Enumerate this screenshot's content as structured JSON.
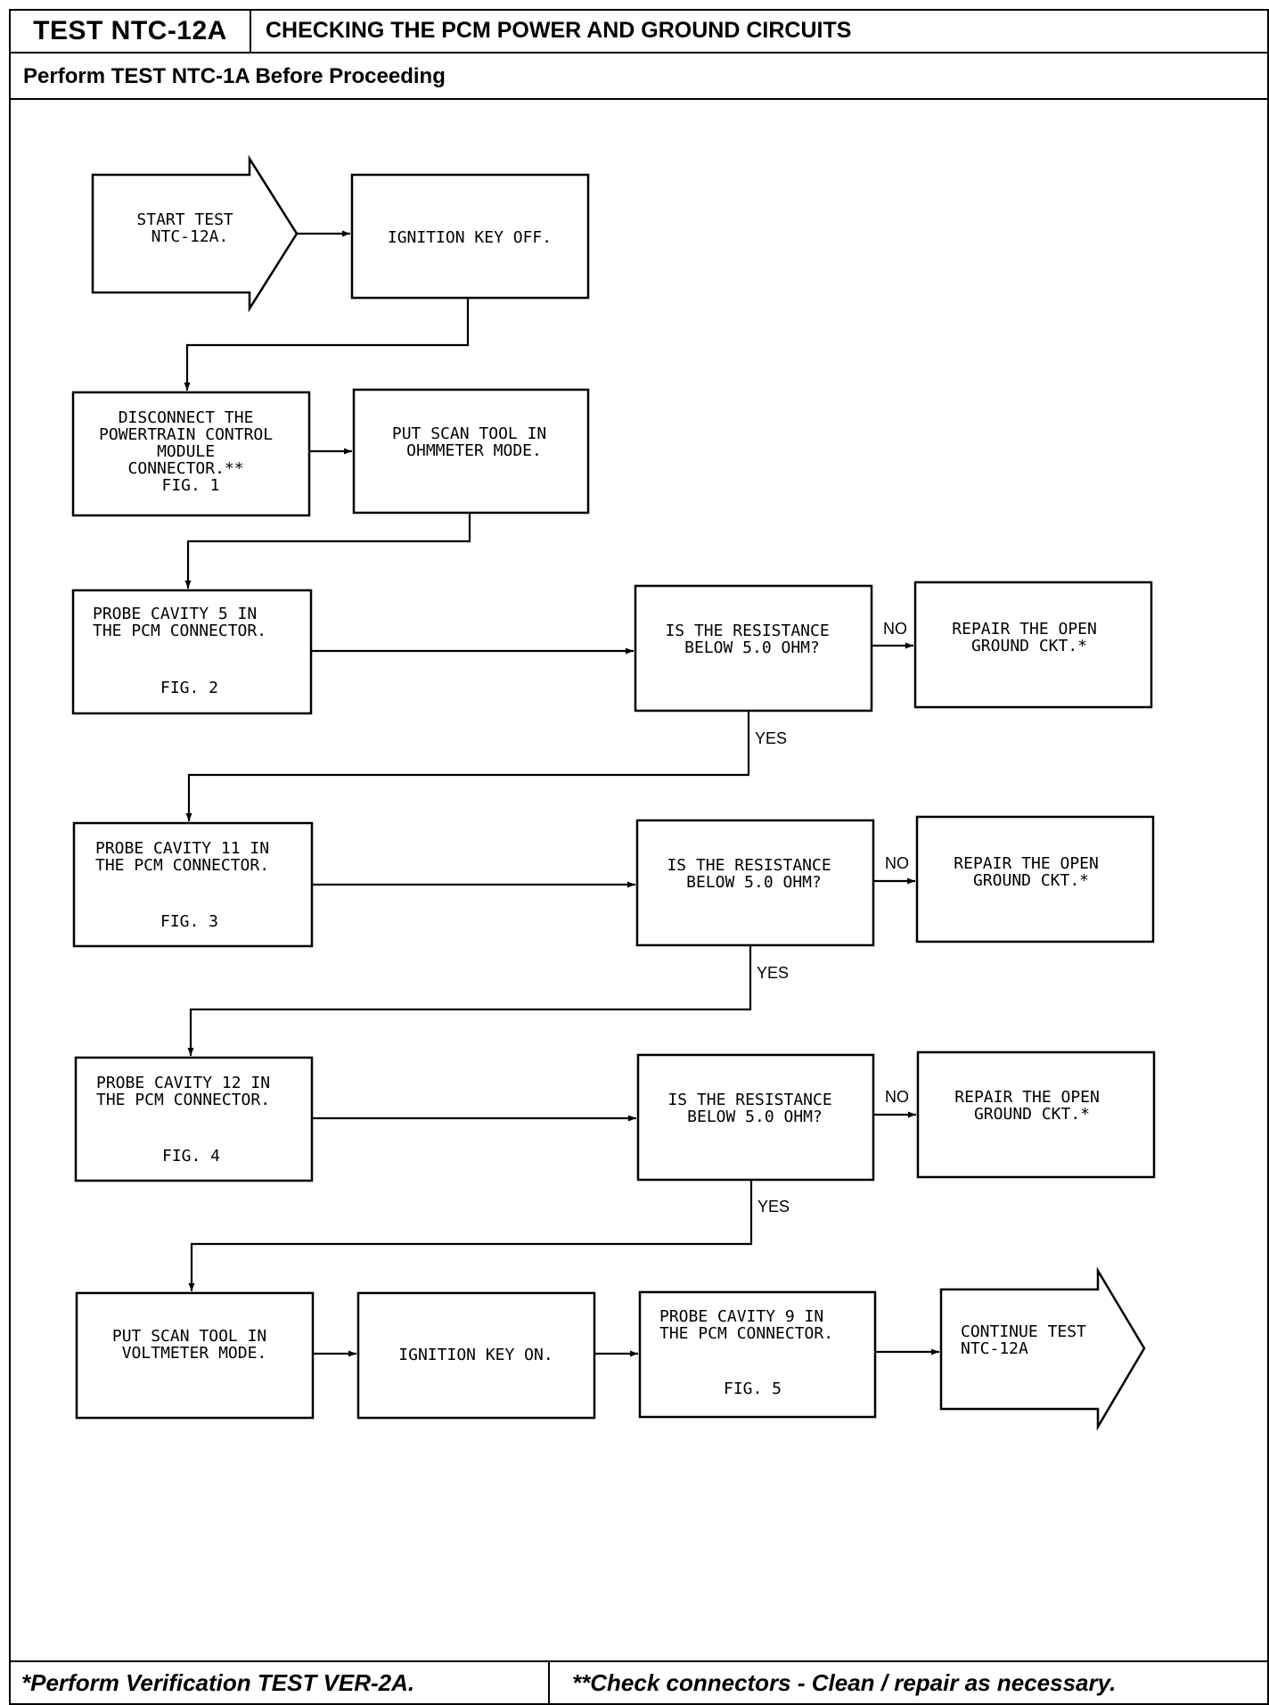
{
  "header": {
    "test_id": "TEST NTC-12A",
    "title": "CHECKING THE PCM POWER AND GROUND CIRCUITS",
    "prerequisite": "Perform TEST NTC-1A Before Proceeding"
  },
  "flow": {
    "start": [
      "START TEST",
      "NTC-12A."
    ],
    "ignition_off": [
      "IGNITION KEY OFF."
    ],
    "disconnect": [
      "DISCONNECT THE",
      "POWERTRAIN CONTROL",
      "MODULE",
      "CONNECTOR.**",
      "FIG. 1"
    ],
    "ohmmeter": [
      "PUT SCAN TOOL IN",
      "OHMMETER MODE."
    ],
    "probe5": [
      "PROBE CAVITY 5 IN",
      "THE PCM CONNECTOR.",
      "FIG. 2"
    ],
    "q1": [
      "IS THE RESISTANCE",
      "BELOW 5.0 OHM?"
    ],
    "repair1": [
      "REPAIR THE OPEN",
      "GROUND CKT.*"
    ],
    "probe11": [
      "PROBE CAVITY 11 IN",
      "THE PCM CONNECTOR.",
      "FIG. 3"
    ],
    "q2": [
      "IS THE RESISTANCE",
      "BELOW 5.0 OHM?"
    ],
    "repair2": [
      "REPAIR THE OPEN",
      "GROUND CKT.*"
    ],
    "probe12": [
      "PROBE CAVITY 12 IN",
      "THE PCM CONNECTOR.",
      "FIG. 4"
    ],
    "q3": [
      "IS THE RESISTANCE",
      "BELOW 5.0 OHM?"
    ],
    "repair3": [
      "REPAIR THE OPEN",
      "GROUND CKT.*"
    ],
    "voltmeter": [
      "PUT SCAN TOOL IN",
      "VOLTMETER MODE."
    ],
    "ignition_on": [
      "IGNITION KEY ON."
    ],
    "probe9": [
      "PROBE CAVITY 9 IN",
      "THE PCM CONNECTOR.",
      "FIG. 5"
    ],
    "continue": [
      "CONTINUE TEST",
      "NTC-12A"
    ],
    "labels": {
      "no": "NO",
      "yes": "YES"
    }
  },
  "footer": {
    "note_left": "*Perform Verification TEST VER-2A.",
    "note_right": "**Check connectors - Clean / repair as necessary."
  }
}
